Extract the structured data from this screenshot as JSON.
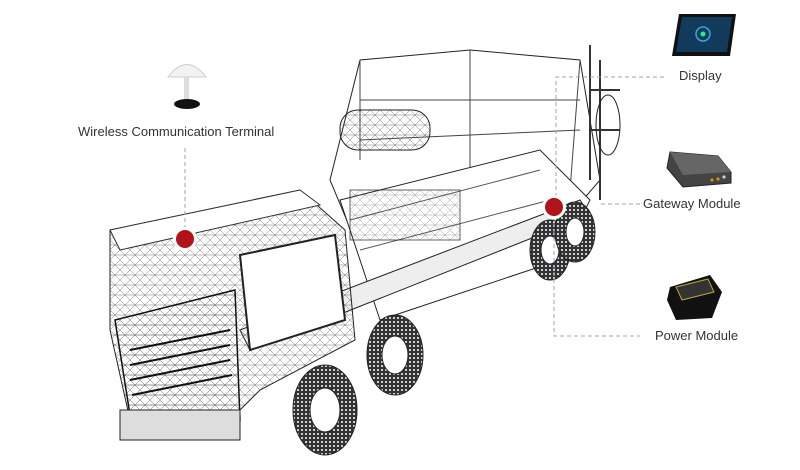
{
  "title": "Vehicle Telematics System Components",
  "components": [
    {
      "label": "Wireless Communication Terminal",
      "icon": "antenna-icon"
    },
    {
      "label": "Display",
      "icon": "tablet-display-icon"
    },
    {
      "label": "Gateway Module",
      "icon": "gateway-box-icon"
    },
    {
      "label": "Power Module",
      "icon": "power-module-icon"
    }
  ],
  "colors": {
    "marker": "#b0141a",
    "leader": "#9aa4b0",
    "text": "#333333"
  }
}
